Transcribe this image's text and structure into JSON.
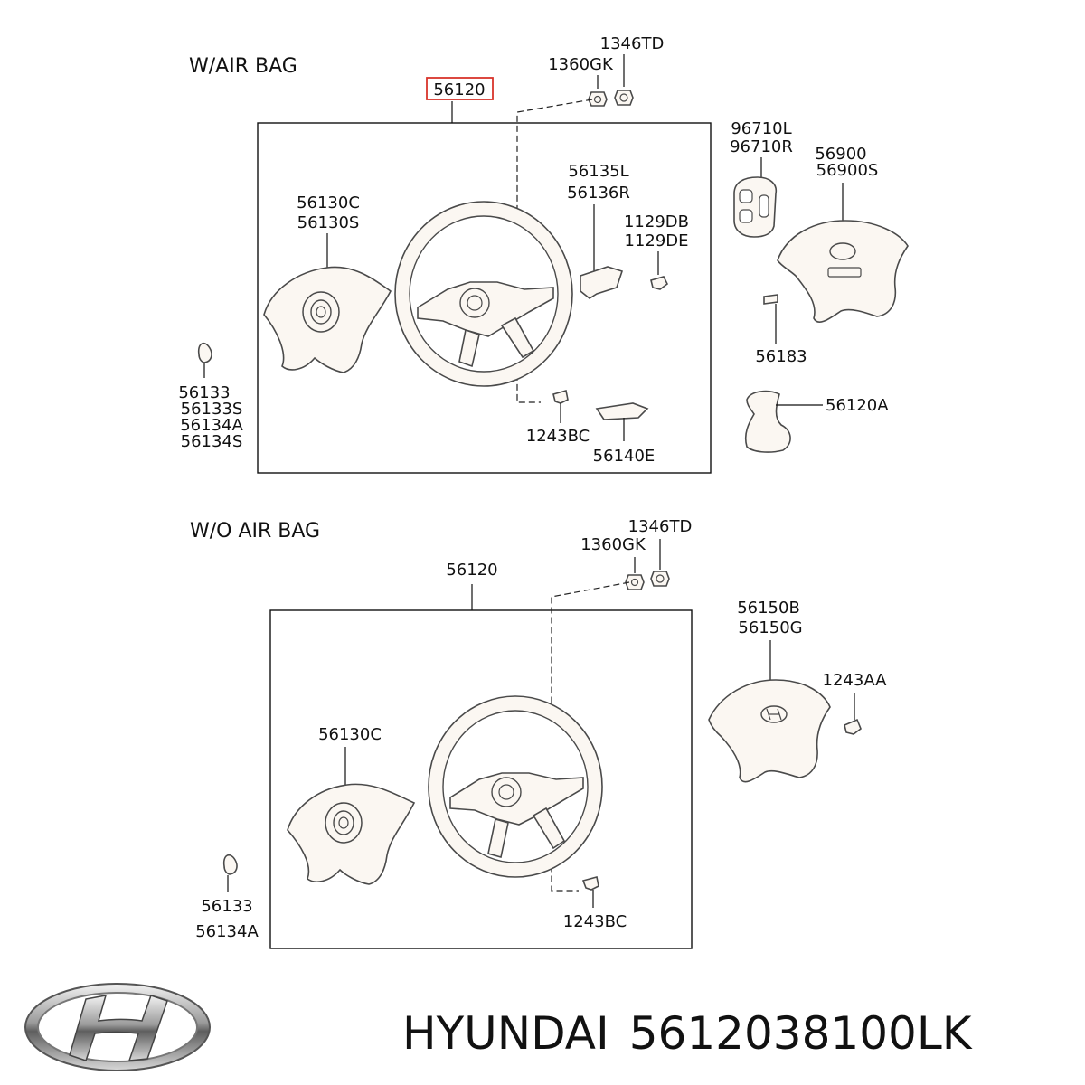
{
  "sections": {
    "with_airbag": "W/AIR BAG",
    "without_airbag": "W/O AIR BAG"
  },
  "top_parts": {
    "highlighted": "56120",
    "nut_1": "1360GK",
    "nut_2": "1346TD",
    "pad_1": "56130C",
    "pad_2": "56130S",
    "bracket_1": "56135L",
    "bracket_2": "56136R",
    "bolt_1": "1129DB",
    "bolt_2": "1129DE",
    "switch_1": "96710L",
    "switch_2": "96710R",
    "airbag_1": "56900",
    "airbag_2": "56900S",
    "clip": "56183",
    "cover": "56120A",
    "cap_1": "56133",
    "cap_2": "56133S",
    "cap_3": "56134A",
    "cap_4": "56134S",
    "screw": "1243BC",
    "plate": "56140E"
  },
  "bottom_parts": {
    "wheel": "56120",
    "nut_1": "1360GK",
    "nut_2": "1346TD",
    "horn_pad_1": "56150B",
    "horn_pad_2": "56150G",
    "bolt": "1243AA",
    "pad": "56130C",
    "cap_1": "56133",
    "cap_2": "56134A",
    "screw": "1243BC"
  },
  "footer": {
    "brand": "HYUNDAI",
    "part_number": "5612038100LK"
  },
  "colors": {
    "highlight_box": "#d9342b",
    "part_fill": "#fbf7f2",
    "line": "#111111"
  }
}
